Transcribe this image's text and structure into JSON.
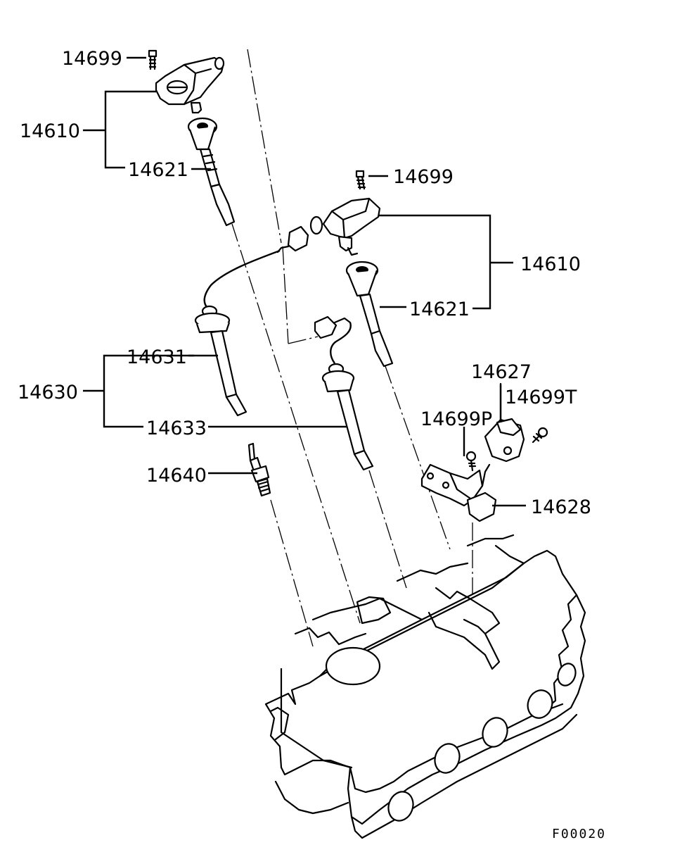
{
  "diagram": {
    "drawing_code": "F00020",
    "callouts": [
      {
        "id": "c1",
        "part_no": "14699",
        "name": "upper-coil-bolt"
      },
      {
        "id": "c2",
        "part_no": "14610",
        "name": "left-ignition-coil-group"
      },
      {
        "id": "c3",
        "part_no": "14621",
        "name": "left-coil-boot"
      },
      {
        "id": "c4",
        "part_no": "14699",
        "name": "right-coil-bolt"
      },
      {
        "id": "c5",
        "part_no": "14610",
        "name": "right-ignition-coil-group"
      },
      {
        "id": "c6",
        "part_no": "14621",
        "name": "right-coil-boot"
      },
      {
        "id": "c7",
        "part_no": "14631",
        "name": "plug-cable-1"
      },
      {
        "id": "c8",
        "part_no": "14630",
        "name": "plug-cable-set"
      },
      {
        "id": "c9",
        "part_no": "14633",
        "name": "plug-cable-3"
      },
      {
        "id": "c10",
        "part_no": "14640",
        "name": "spark-plug"
      },
      {
        "id": "c11",
        "part_no": "14627",
        "name": "ignition-power-transistor"
      },
      {
        "id": "c12",
        "part_no": "14699T",
        "name": "transistor-bolt"
      },
      {
        "id": "c13",
        "part_no": "14699P",
        "name": "bracket-bolt"
      },
      {
        "id": "c14",
        "part_no": "14628",
        "name": "transistor-bracket"
      }
    ]
  }
}
